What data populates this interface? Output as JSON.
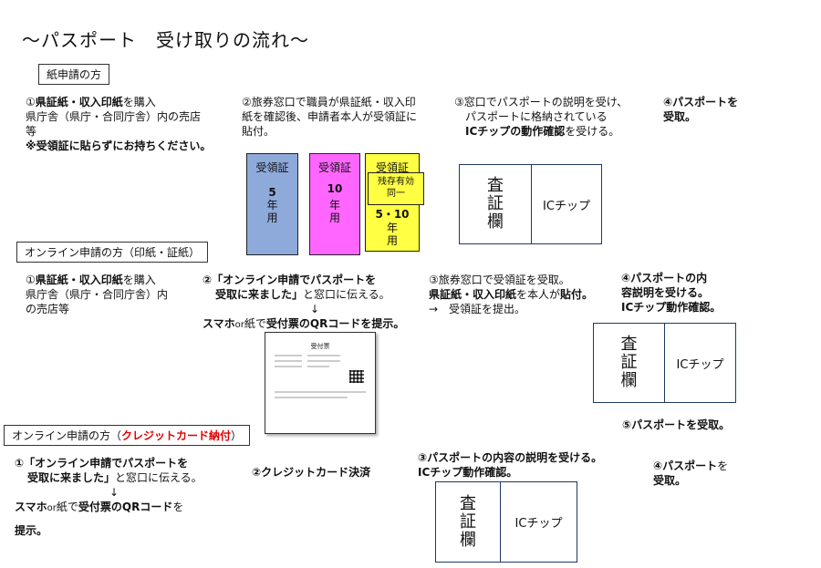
{
  "title": "〜パスポート　受け取りの流れ〜",
  "sections": {
    "paper": "紙申請の方",
    "online_stamp": "オンライン申請の方（印紙・証紙）",
    "online_card_prefix": "オンライン申請の方（",
    "online_card_red": "クレジットカード納付",
    "online_card_suffix": "）"
  },
  "paper_steps": {
    "s1_a": "①",
    "s1_b": "県証紙・収入印紙",
    "s1_c": "を購入",
    "s1_d": "県庁舎（県庁・合同庁舎）内の売店",
    "s1_e": "等",
    "s1_f": "※受領証に貼らずにお持ちください。",
    "s2_a": "②旅券窓口で職員が県証紙・収入印",
    "s2_b": "紙を確認後、申請者本人が受領証に",
    "s2_c": "貼付。",
    "s3_a": "③窓口でパスポートの説明を受け、",
    "s3_b": "パスポートに格納されている",
    "s3_c": "ICチップの動作確認",
    "s3_d": "を受ける。",
    "s4_a": "④パスポートを",
    "s4_b": "受取。"
  },
  "stamps": {
    "label": "受領証",
    "blue_num": "5",
    "pink_num": "10",
    "yellow_num": "5・10",
    "nen": "年",
    "you": "用",
    "note_1": "残存有効",
    "note_2": "同一"
  },
  "passport": {
    "left_1": "査",
    "left_2": "証",
    "left_3": "欄",
    "right": "ICチップ"
  },
  "online_steps": {
    "s1_a": "①",
    "s1_b": "県証紙・収入印紙",
    "s1_c": "を購入",
    "s1_d": "県庁舎（県庁・合同庁舎）内",
    "s1_e": "の売店等",
    "s2_a": "②「オンライン申請でパスポートを",
    "s2_b": "受取に来ました」",
    "s2_c": "と窓口に伝える。",
    "arrow": "↓",
    "s2_d": "スマホ",
    "s2_e": "or",
    "s2_f": "紙で",
    "s2_g": "受付票の",
    "s2_h": "QRコード",
    "s2_i": "を提示。",
    "s3_a": "③旅券窓口で受領証を受取。",
    "s3_b": "県証紙・収入印紙",
    "s3_c": "を本人が",
    "s3_d": "貼付。",
    "s3_e": "→　受領証を提出。",
    "s4_a": "④パスポートの内",
    "s4_b": "容説明を受ける。",
    "s4_c": "ICチップ動作確認。",
    "s5_a": "⑤パスポート",
    "s5_b": "を受取。",
    "receipt_title": "受付票"
  },
  "card_steps": {
    "s1_a": "①「オンライン申請でパスポートを",
    "s1_b": "受取に来ました」",
    "s1_c": "と窓口に伝える。",
    "arrow": "↓",
    "s1_d": "スマホ",
    "s1_e": "or",
    "s1_f": "紙で",
    "s1_g": "受付票の",
    "s1_h": "QRコード",
    "s1_i": "を",
    "s1_j": "提示。",
    "s2": "②クレジットカード決済",
    "s3_a": "③パスポートの内容の説明を受ける。",
    "s3_b": "ICチップ動作確認。",
    "s4_a": "④パスポート",
    "s4_b": "を",
    "s4_c": "受取。"
  },
  "colors": {
    "blue_stamp": "#8eaadb",
    "pink_stamp": "#ff66ff",
    "yellow_stamp": "#ffff44",
    "passport_border": "#1f3864",
    "red_text": "#e00000"
  }
}
